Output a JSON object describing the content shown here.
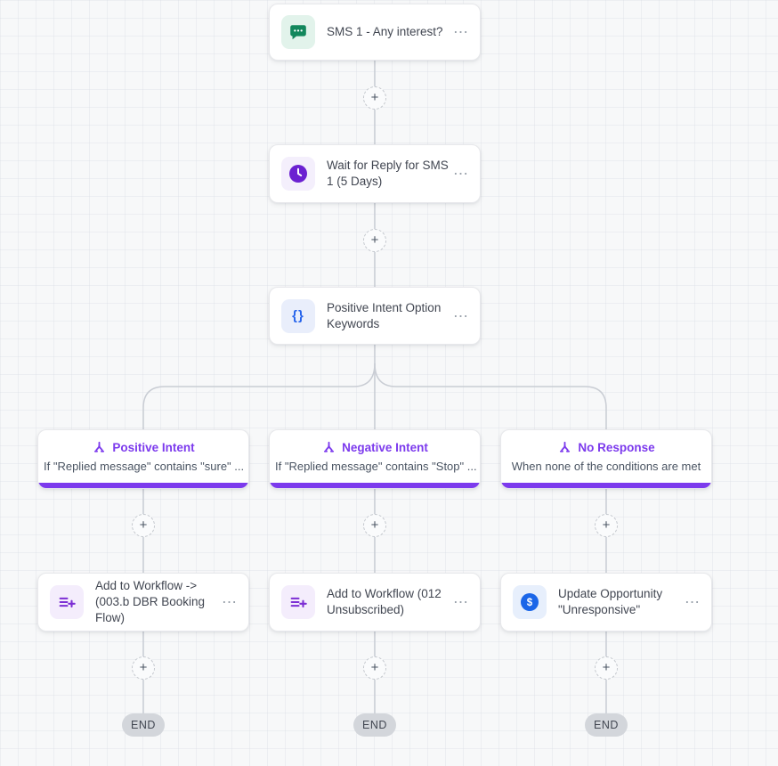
{
  "flow": {
    "sms_node": {
      "title": "SMS 1 - Any interest?"
    },
    "wait_node": {
      "title": "Wait for Reply for SMS 1 (5 Days)"
    },
    "keywords_node": {
      "title": "Positive Intent Option Keywords"
    },
    "branches": [
      {
        "title": "Positive Intent",
        "condition": "If \"Replied message\" contains \"sure\" ..."
      },
      {
        "title": "Negative Intent",
        "condition": "If \"Replied message\" contains \"Stop\" ..."
      },
      {
        "title": "No Response",
        "condition": "When none of the conditions are met"
      }
    ],
    "actions": [
      {
        "title": "Add to Workflow -> (003.b DBR Booking Flow)"
      },
      {
        "title": "Add to Workflow (012 Unsubscribed)"
      },
      {
        "title": "Update Opportunity \"Unresponsive\""
      }
    ],
    "end_label": "END"
  },
  "glyphs": {
    "plus": "+",
    "ellipsis": "⋯",
    "braces": "{}",
    "dollar": "$"
  },
  "icons": {
    "sms": "sms-message-icon",
    "wait": "wait-clock-icon",
    "keywords": "custom-value-braces-icon",
    "branch": "branch-split-icon",
    "add_to_workflow": "add-to-workflow-list-plus-icon",
    "opportunity": "opportunity-dollar-icon"
  },
  "colors": {
    "accent_purple": "#7c3aed",
    "sms_green": "#12875c",
    "clock_purple": "#6b21d1",
    "braces_blue": "#2563eb",
    "listplus_purple": "#7c2fd4",
    "dollar_blue": "#1b66e8",
    "connector_gray": "#c9cdd4",
    "end_pill_gray": "#d3d6db"
  }
}
